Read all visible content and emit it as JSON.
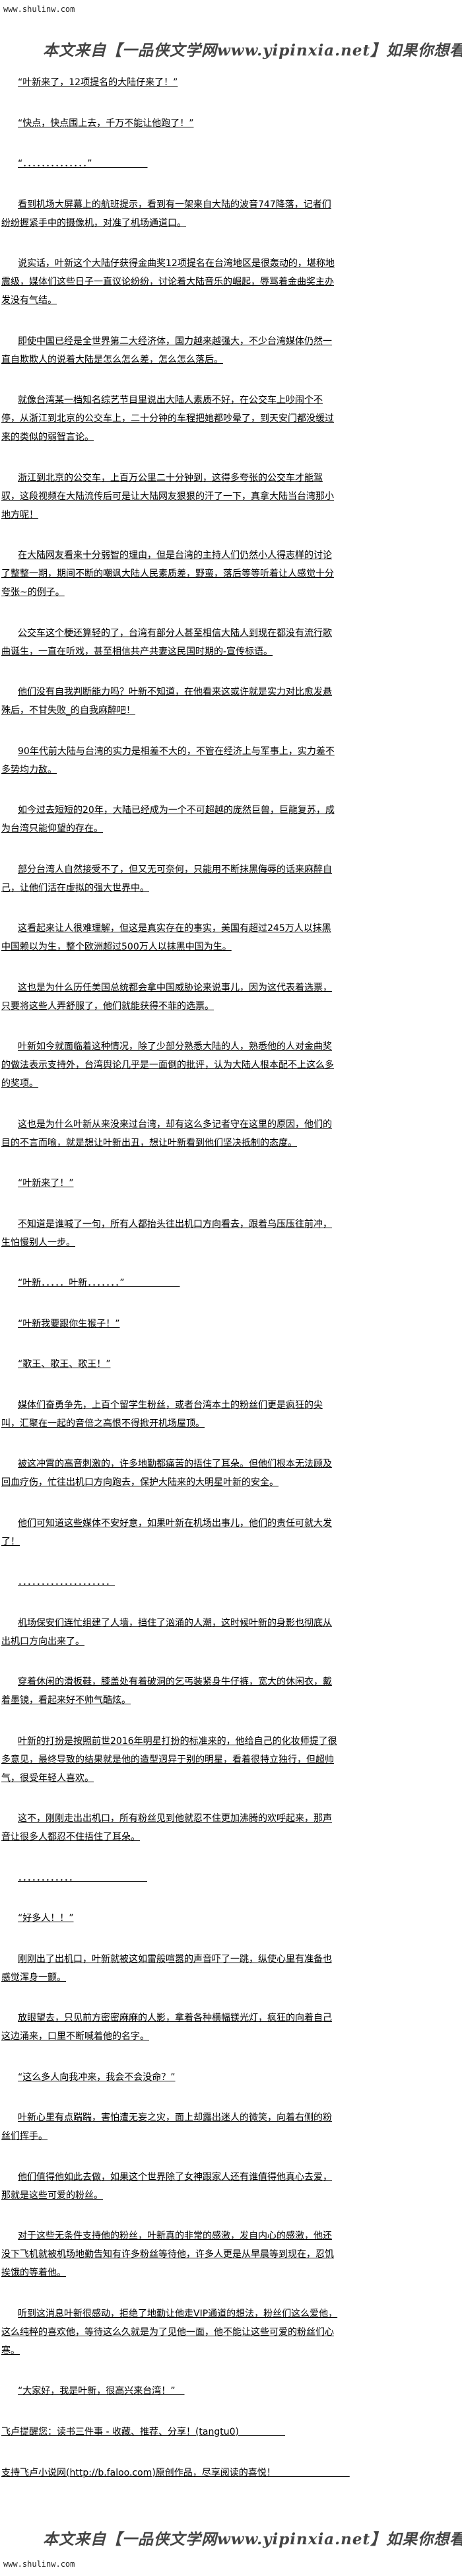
{
  "site": {
    "domain": "www.shulinw.com"
  },
  "banner": {
    "text": "本文来自【一品侠文学网www.yipinxia.net】如果你想看完整版小说，请"
  },
  "content": {
    "paragraphs": [
      "“叶新来了，12项提名的大陆仔来了！”",
      "“快点，快点围上去，千万不能让他跑了！”",
      "“．．．．．．．．．．．．．．”　　　　　　",
      "看到机场大屏幕上的航班提示，看到有一架来自大陆的波音747降落，记者们纷纷握紧手中的摄像机，对准了机场通道口。",
      "说实话，叶新这个大陆仔获得金曲奖12项提名在台湾地区是很轰动的，堪称地震级，媒体们这些日子一直议论纷纷，讨论着大陆音乐的崛起，辱骂着金曲奖主办发没有气结。",
      "即使中国已经是全世界第二大经济体，国力越来越强大，不少台湾媒体仍然一直自欺欺人的说着大陆是怎么怎么差，怎么怎么落后。",
      "就像台湾某一档知名综艺节目里说出大陆人素质不好，在公交车上吵闹个不停，从浙江到北京的公交车上，二十分钟的车程把她都吵晕了，到天安门都没缓过来的类似的弱智言论。",
      "浙江到北京的公交车，上百万公里二十分钟到，这得多夸张的公交车才能驾驭，这段视频在大陆流传后可是让大陆网友狠狠的汗了一下，真拿大陆当台湾那小地方呢！",
      "在大陆网友看来十分弱智的理由，但是台湾的主持人们仍然小人得志样的讨论了整整一期，期间不断的嘲讽大陆人民素质差，野蛮，落后等等听着让人感觉十分夸张~的例子。",
      "公交车这个梗还算轻的了，台湾有部分人甚至相信大陆人到现在都没有流行歌曲诞生，一直在听戏，甚至相信共产共妻这民国时期的-宣传标语。",
      "他们没有自我判断能力吗？叶新不知道，在他看来这或许就是实力对比愈发悬殊后，不甘失败_的自我麻醉吧！",
      "90年代前大陆与台湾的实力是相差不大的，不管在经济上与军事上，实力差不多势均力敌。",
      "如今过去短短的20年，大陆已经成为一个不可超越的庞然巨兽，巨龍复苏，成为台湾只能仰望的存在。",
      "部分台湾人自然接受不了，但又无可奈何，只能用不断抹黑侮辱的话来麻醉自己，让他们活在虚拟的强大世界中。",
      "这看起来让人很难理解，但这是真实存在的事实，美国有超过245万人以抹黑中国赖以为生，整个欧洲超过500万人以抹黑中国为生。",
      "这也是为什么历任美国总统都会拿中国威胁论来说事儿，因为这代表着选票，只要将这些人弄舒服了，他们就能获得不菲的选票。",
      "叶新如今就面临着这种情况，除了少部分熟悉大陆的人，熟悉他的人对金曲奖的做法表示支持外，台湾舆论几乎是一面倒的批评，认为大陆人根本配不上这么多的奖项。",
      "这也是为什么叶新从来没来过台湾，却有这么多记者守在这里的原因，他们的目的不言而喻，就是想让叶新出丑，想让叶新看到他们坚决抵制的态度。",
      "“叶新来了！”",
      "不知道是谁喊了一句，所有人都抬头往出机口方向看去，跟着乌压压往前冲，生怕慢别人一步。",
      "“叶新．．．．．叶新．．．．．．．”　　　　　　",
      "“叶新我要跟你生猴子！”",
      "“歌王、歌王、歌王！”",
      "媒体们奋勇争先，上百个留学生粉丝，或者台湾本土的粉丝们更是疯狂的尖叫，汇聚在一起的音倍之高恨不得掀开机场屋顶。",
      "被这冲霄的高音刺激的，许多地勤都痛苦的捂住了耳朵。但他们根本无法顾及回血疗伤，忙往出机口方向跑去，保护大陆来的大明星叶新的安全。",
      "他们可知道这些媒体不安好意，如果叶新在机场出事儿，他们的责任可就大发了！",
      "．．．．．．．．．．．．．．．．．．．．",
      "机场保安们连忙组建了人墙，挡住了汹涌的人潮，这时候叶新的身影也彻底从出机口方向出来了。",
      "穿着休闲的滑板鞋，膝盖处有着破洞的乞丐装紧身牛仔裤，宽大的休闲衣，戴着墨镜，看起来好不帅气酷炫。",
      "叶新的打扮是按照前世2016年明星打扮的标准来的，他给自己的化妆师提了很多意见，最终导致的结果就是他的造型迥异于别的明星，看着很特立独行，但超帅气，很受年轻人喜欢。",
      "这不，刚刚走出出机口，所有粉丝见到他就忍不住更加沸腾的欢呼起来，那声音让很多人都忍不住捂住了耳朵。",
      "．．．．．．．．．．．．　　　　　　　　",
      "“好多人！！”",
      "刚刚出了出机口，叶新就被这如雷般喧嚣的声音吓了一跳，纵使心里有准备也感觉浑身一颤。",
      "放眼望去，只见前方密密麻麻的人影，拿着各种横幅镁光灯，疯狂的向着自己这边涌来，口里不断喊着他的名字。",
      "“这么多人向我冲来，我会不会没命？”",
      "叶新心里有点踹踹，害怕遭无妄之灾，面上却露出迷人的微笑，向着右侧的粉丝们挥手。",
      "他们值得他如此去做，如果这个世界除了女神跟家人还有谁值得他真心去爱，那就是这些可爱的粉丝。",
      "对于这些无条件支持他的粉丝，叶新真的非常的感激，发自内心的感激，他还没下飞机就被机场地勤告知有许多粉丝等待他，许多人更是从早晨等到现在，忍饥挨饿的等着他。",
      "听到这消息叶新很感动，拒绝了地勤让他走VIP通道的想法，粉丝们这么爱他，这么纯粹的喜欢他，等待这么久就是为了见他一面，他不能让这些可爱的粉丝们心寒。",
      "“大家好，我是叶新，很高兴来台湾！”　"
    ]
  },
  "footer": {
    "reminder": "飞卢提醒您：读书三件事 - 收藏、推荐、分享！(tangtu0)　　　　　",
    "support": "支持飞卢小说网(http://b.faloo.com)原创作品，尽享阅读的喜悦！　　　　　　　　"
  }
}
